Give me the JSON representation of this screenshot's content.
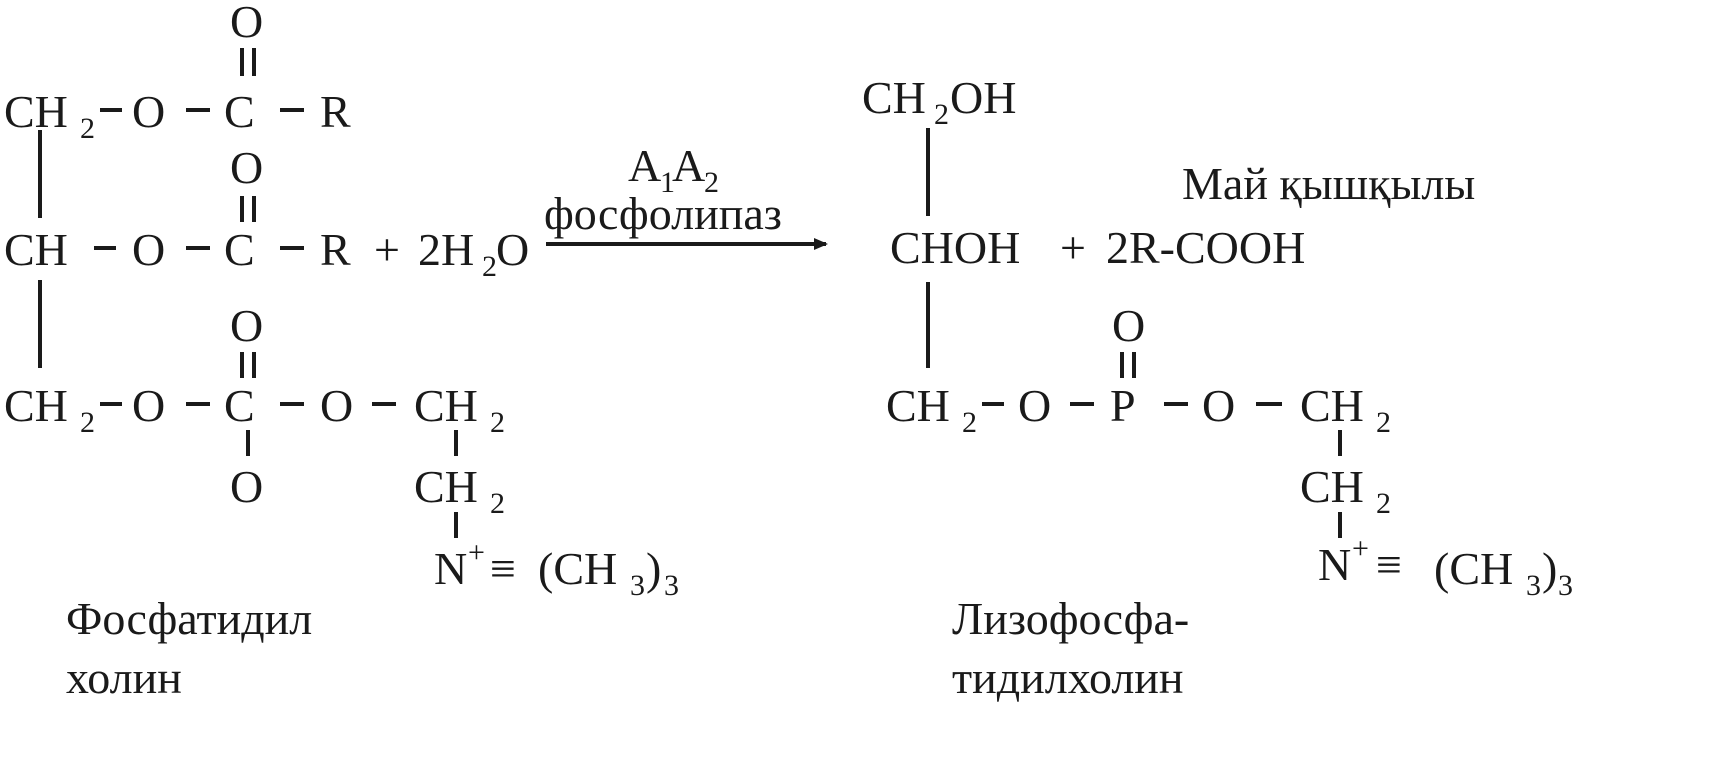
{
  "reactant": {
    "row1": {
      "ch2": "CH",
      "sub2": "2",
      "o": "O",
      "c": "C",
      "r": "R",
      "oxo": "O"
    },
    "row2": {
      "ch": "CH",
      "o": "O",
      "c": "C",
      "r": "R",
      "oxo": "O",
      "plus": "+",
      "water_coef": "2H",
      "water_sub": "2",
      "water_o": "O"
    },
    "row3": {
      "ch2": "CH",
      "sub2": "2",
      "o1": "O",
      "c": "C",
      "o2": "O",
      "ch2b": "CH",
      "sub2b": "2",
      "oxo_top": "O",
      "oxo_bottom": "O"
    },
    "choline": {
      "ch2": "CH",
      "sub2": "2",
      "n": "N",
      "charge": "+",
      "triple": "≡",
      "methyl_open": "(CH",
      "methyl_sub": "3",
      "methyl_close": ")",
      "methyl_count": "3"
    },
    "name_line1": "Фосфатидил",
    "name_line2": "холин"
  },
  "arrow": {
    "enzyme_a": "A",
    "enzyme_sub1": "1",
    "enzyme_a2": "A",
    "enzyme_sub2": "2",
    "enzyme_name": "фосфолипаз"
  },
  "product": {
    "row1": {
      "ch2": "CH",
      "sub2": "2",
      "oh": "OH"
    },
    "row2": {
      "chow": "CHOH",
      "plus": "+",
      "acid": "2R-COOH"
    },
    "acid_label": "Май қышқылы",
    "row3": {
      "ch2": "CH",
      "sub2": "2",
      "o1": "O",
      "p": "P",
      "o2": "O",
      "ch2b": "CH",
      "sub2b": "2",
      "oxo": "O"
    },
    "choline": {
      "ch2": "CH",
      "sub2": "2",
      "n": "N",
      "charge": "+",
      "triple": "≡",
      "methyl_open": "(CH",
      "methyl_sub": "3",
      "methyl_close": ")",
      "methyl_count": "3"
    },
    "name_line1": "Лизофосфа-",
    "name_line2": "тидилхолин"
  }
}
